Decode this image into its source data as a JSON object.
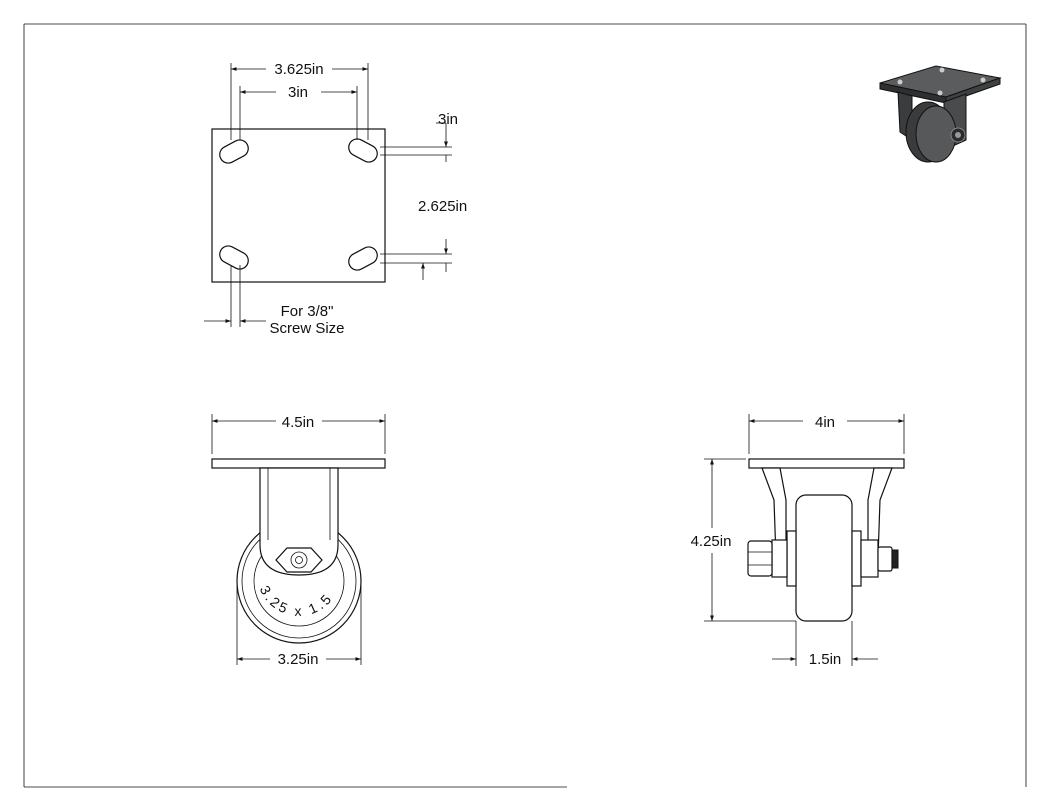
{
  "dimensions": {
    "plate_outer_width": "3.625in",
    "plate_hole_spacing_width": "3in",
    "plate_hole_spacing_height": "3in",
    "plate_outer_height": "2.625in",
    "screw_note_line1": "For 3/8\"",
    "screw_note_line2": "Screw Size",
    "overall_width_front": "4.5in",
    "wheel_diameter": "3.25in",
    "overall_width_side": "4in",
    "overall_height": "4.25in",
    "wheel_width": "1.5in"
  },
  "wheel_marking": "3.25 x 1.5",
  "colors": {
    "line": "#111111",
    "wheel_dark": "#3a3b3c",
    "plate_dark": "#2e2f30"
  }
}
